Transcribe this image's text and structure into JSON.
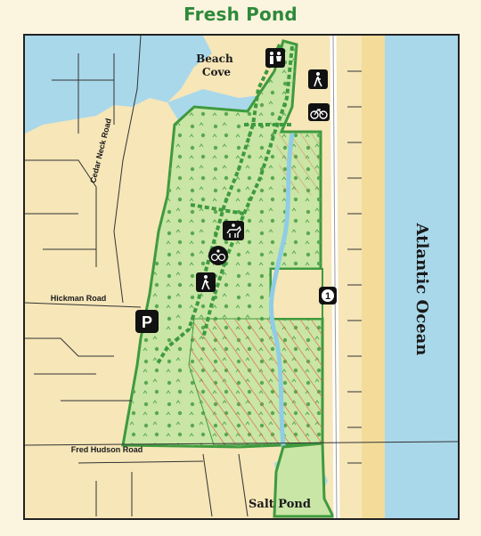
{
  "title": "Fresh Pond",
  "labels": {
    "beach_cove": [
      "Beach",
      "Cove"
    ],
    "salt_pond": "Salt Pond",
    "ocean": "Atlantic Ocean",
    "cedar_neck": "Cedar Neck Road",
    "hickman": "Hickman Road",
    "fred_hudson": "Fred Hudson Road",
    "route": "1",
    "parking": "P"
  },
  "icons": [
    "restroom-icon",
    "hiker-icon",
    "bicycle-icon",
    "horse-rider-icon",
    "mountain-bike-icon",
    "hiker-icon",
    "parking-icon",
    "route-1-shield-icon"
  ],
  "colors": {
    "land": "#f6e6b8",
    "water": "#a9d8ea",
    "park": "#c9e6a6",
    "park_border": "#3e9a3e",
    "trail": "#3e9a3e",
    "title": "#2e8a3a"
  }
}
